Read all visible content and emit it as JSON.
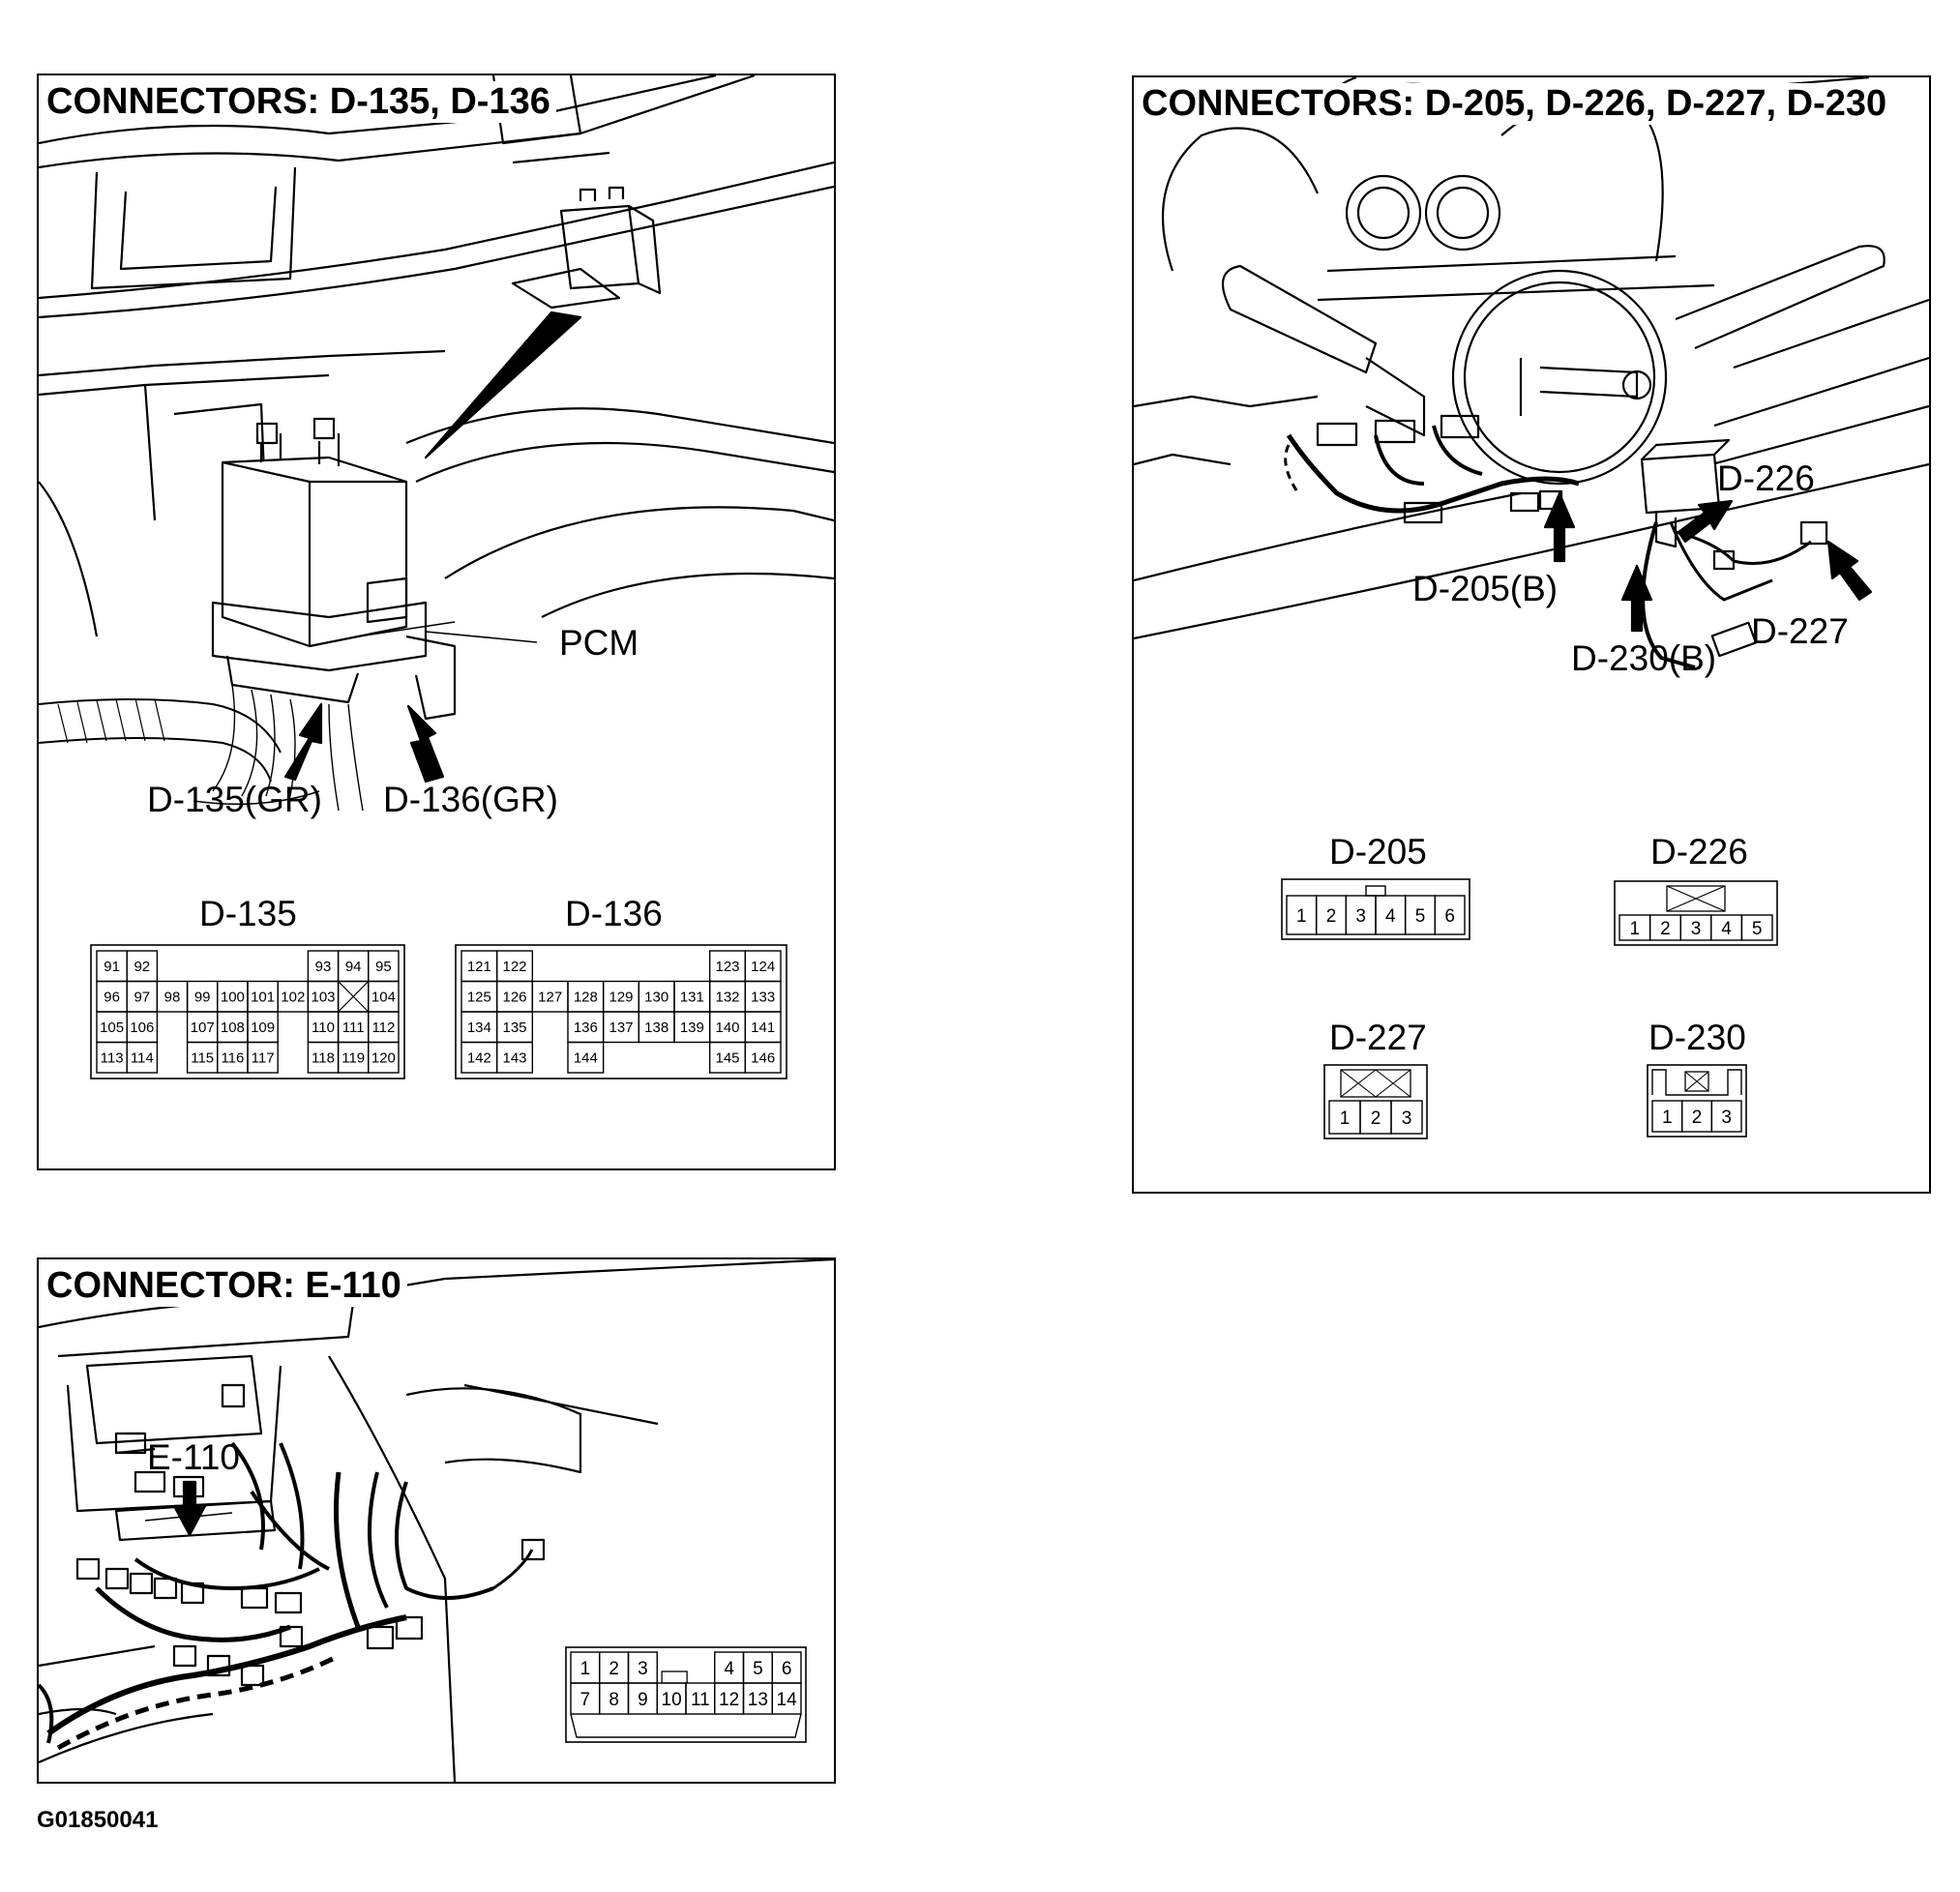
{
  "figure_id": "G01850041",
  "panel_d135": {
    "title": "CONNECTORS: D-135, D-136",
    "pcm_label": "PCM",
    "arrow_d135": "D-135(GR)",
    "arrow_d136": "D-136(GR)",
    "conn_d135": {
      "name": "D-135",
      "rows": [
        [
          "91",
          "92",
          "",
          "",
          "",
          "",
          "",
          "93",
          "94",
          "95"
        ],
        [
          "96",
          "97",
          "98",
          "99",
          "100",
          "101",
          "102",
          "103",
          "X",
          "104"
        ],
        [
          "105",
          "106",
          "",
          "107",
          "108",
          "109",
          "",
          "110",
          "111",
          "112"
        ],
        [
          "113",
          "114",
          "",
          "115",
          "116",
          "117",
          "",
          "118",
          "119",
          "120"
        ]
      ]
    },
    "conn_d136": {
      "name": "D-136",
      "rows": [
        [
          "121",
          "122",
          "",
          "",
          "",
          "",
          "",
          "123",
          "124"
        ],
        [
          "125",
          "126",
          "127",
          "128",
          "129",
          "130",
          "131",
          "132",
          "133"
        ],
        [
          "134",
          "135",
          "",
          "136",
          "137",
          "138",
          "139",
          "140",
          "141"
        ],
        [
          "142",
          "143",
          "",
          "144",
          "",
          "",
          "",
          "145",
          "146"
        ]
      ]
    }
  },
  "panel_d205": {
    "title": "CONNECTORS: D-205, D-226, D-227, D-230",
    "arrow_d226": "D-226",
    "arrow_d205": "D-205(B)",
    "arrow_d227": "D-227",
    "arrow_d230": "D-230(B)",
    "conn_d205": {
      "name": "D-205",
      "pins": [
        "1",
        "2",
        "3",
        "4",
        "5",
        "6"
      ]
    },
    "conn_d226": {
      "name": "D-226",
      "pins": [
        "1",
        "2",
        "3",
        "4",
        "5"
      ]
    },
    "conn_d227": {
      "name": "D-227",
      "pins": [
        "1",
        "2",
        "3"
      ]
    },
    "conn_d230": {
      "name": "D-230",
      "pins": [
        "1",
        "2",
        "3"
      ]
    }
  },
  "panel_e110": {
    "title": "CONNECTOR: E-110",
    "arrow_e110": "E-110",
    "conn_e110": {
      "top": [
        "1",
        "2",
        "3",
        "",
        "4",
        "5",
        "6"
      ],
      "bottom": [
        "7",
        "8",
        "9",
        "10",
        "11",
        "12",
        "13",
        "14"
      ]
    }
  }
}
